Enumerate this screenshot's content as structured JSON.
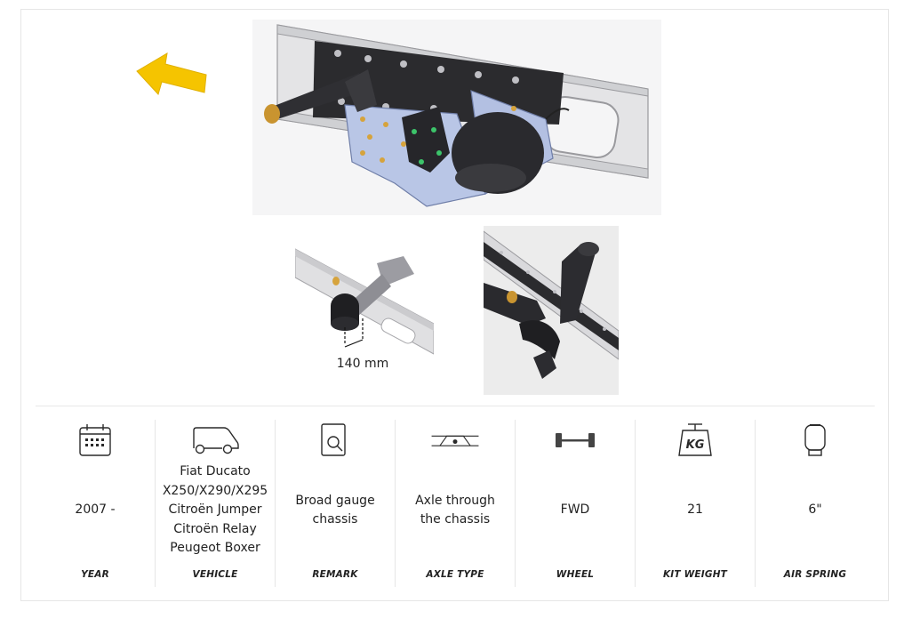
{
  "images": {
    "dimension_label": "140 mm"
  },
  "specs": [
    {
      "icon": "calendar-icon",
      "value_lines": [
        "2007 -"
      ],
      "label": "YEAR"
    },
    {
      "icon": "van-icon",
      "value_lines": [
        "Fiat Ducato",
        "X250/X290/X295",
        "Citroën Jumper",
        "Citroën Relay",
        "Peugeot Boxer"
      ],
      "label": "VEHICLE"
    },
    {
      "icon": "document-search-icon",
      "value_lines": [
        "Broad gauge",
        "chassis"
      ],
      "label": "REMARK"
    },
    {
      "icon": "axle-through-chassis-icon",
      "value_lines": [
        "Axle through",
        "the chassis"
      ],
      "label": "AXLE TYPE"
    },
    {
      "icon": "axle-icon",
      "value_lines": [
        "FWD"
      ],
      "label": "WHEEL"
    },
    {
      "icon": "weight-kg-icon",
      "icon_text": "KG",
      "value_lines": [
        "21"
      ],
      "label": "KIT WEIGHT"
    },
    {
      "icon": "air-spring-icon",
      "value_lines": [
        "6\""
      ],
      "label": "AIR SPRING"
    }
  ],
  "colors": {
    "accent_arrow": "#f5c400",
    "border": "#e6e6e6",
    "text": "#222222"
  }
}
